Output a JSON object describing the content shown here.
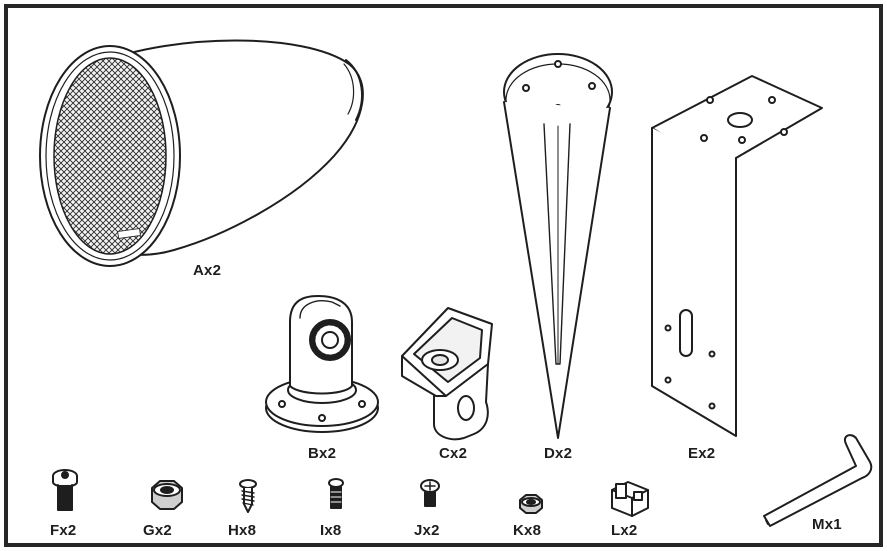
{
  "parts": [
    {
      "id": "A",
      "label": "Ax2",
      "icon": "speaker-icon"
    },
    {
      "id": "B",
      "label": "Bx2",
      "icon": "mount-bracket-icon"
    },
    {
      "id": "C",
      "label": "Cx2",
      "icon": "swivel-joint-icon"
    },
    {
      "id": "D",
      "label": "Dx2",
      "icon": "ground-spike-icon"
    },
    {
      "id": "E",
      "label": "Ex2",
      "icon": "l-bracket-icon"
    },
    {
      "id": "F",
      "label": "Fx2",
      "icon": "bolt-icon"
    },
    {
      "id": "G",
      "label": "Gx2",
      "icon": "nut-icon"
    },
    {
      "id": "H",
      "label": "Hx8",
      "icon": "wood-screw-icon"
    },
    {
      "id": "I",
      "label": "Ix8",
      "icon": "machine-screw-icon"
    },
    {
      "id": "J",
      "label": "Jx2",
      "icon": "pan-head-screw-icon"
    },
    {
      "id": "K",
      "label": "Kx8",
      "icon": "small-nut-icon"
    },
    {
      "id": "L",
      "label": "Lx2",
      "icon": "clip-icon"
    },
    {
      "id": "M",
      "label": "Mx1",
      "icon": "hex-key-icon"
    }
  ],
  "colors": {
    "line": "#1e1e1e",
    "fill": "#ffffff",
    "frame": "#262626"
  }
}
